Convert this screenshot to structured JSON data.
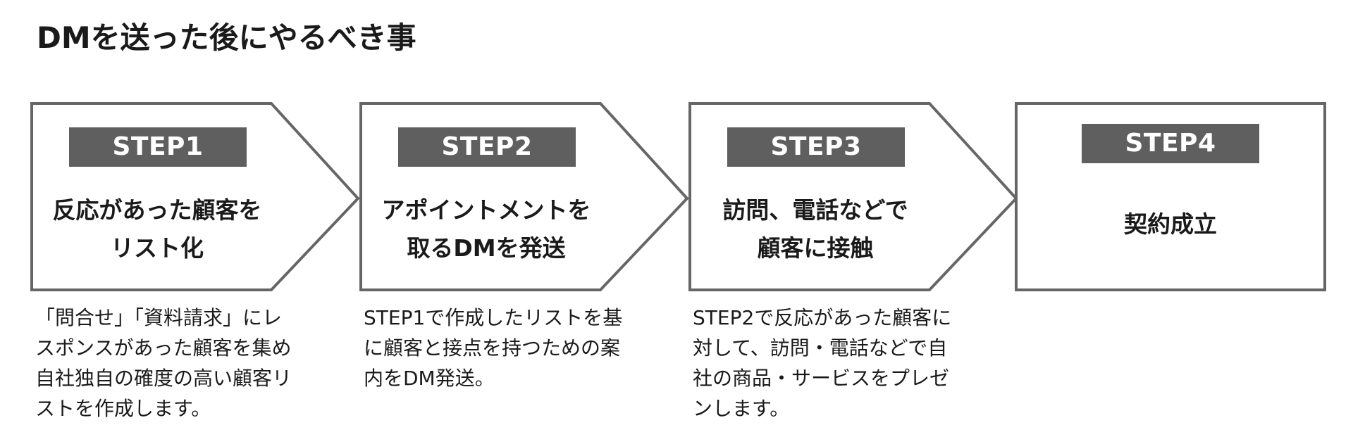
{
  "page": {
    "title": "DMを送った後にやるべき事"
  },
  "steps": [
    {
      "badge": "STEP1",
      "title": "反応があった顧客を\nリスト化",
      "description": "「問合せ」「資料請求」にレ\nスポンスがあった顧客を集め\n自社独自の確度の高い顧客リ\nストを作成します。"
    },
    {
      "badge": "STEP2",
      "title": "アポイントメントを\n取るDMを発送",
      "description": "STEP1で作成したリストを基\nに顧客と接点を持つための案\n内をDM発送。"
    },
    {
      "badge": "STEP3",
      "title": "訪問、電話などで\n顧客に接触",
      "description": "STEP2で反応があった顧客に\n対して、訪問・電話などで自\n社の商品・サービスをプレゼ\nンします。"
    },
    {
      "badge": "STEP4",
      "title": "契約成立",
      "description": ""
    }
  ],
  "colors": {
    "badge_background": "#5f5f5f",
    "outline": "#666666",
    "text": "#1a1a1a"
  }
}
